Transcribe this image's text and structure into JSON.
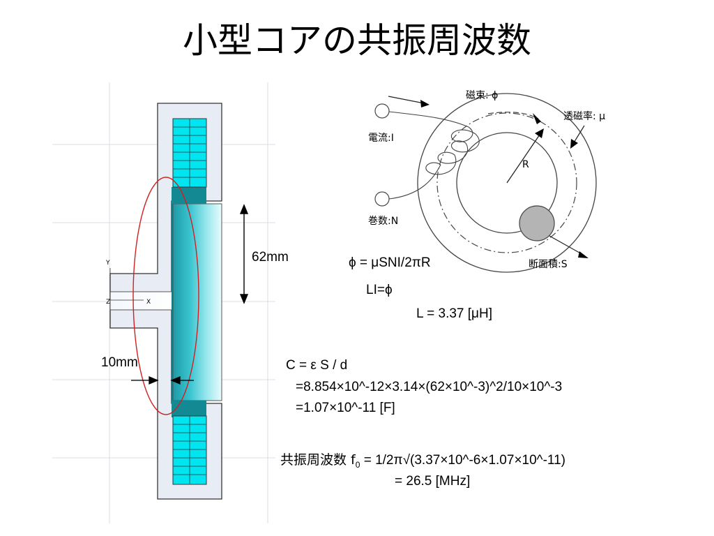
{
  "title": "小型コアの共振周波数",
  "cross_section": {
    "dim_height": "62mm",
    "dim_gap": "10mm",
    "axis_y": "Y",
    "axis_z": "Z",
    "axis_x": "X"
  },
  "toroid": {
    "flux": "磁束: ϕ",
    "permeability": "透磁率: μ",
    "current": "電流:I",
    "radius": "R",
    "turns": "巻数:N",
    "area": "断面積:S"
  },
  "equations": {
    "flux_eq": "ϕ = μSNI/2πR",
    "li_eq": "LI=ϕ",
    "l_value": "L = 3.37 [μH]",
    "c_eq": "C = ε S / d",
    "c_calc": "=8.854×10^-12×3.14×(62×10^-3)^2/10×10^-3",
    "c_result": "=1.07×10^-11 [F]",
    "f_label": "共振周波数 f",
    "f_sub": "0",
    "f_calc": " = 1/2π√(3.37×10^-6×1.07×10^-11)",
    "f_result": "= 26.5 [MHz]"
  },
  "colors": {
    "coil": "#00e5ef",
    "core": "#20a9b4",
    "ellipse": "#d02020",
    "frame": "#e8ecf4"
  }
}
